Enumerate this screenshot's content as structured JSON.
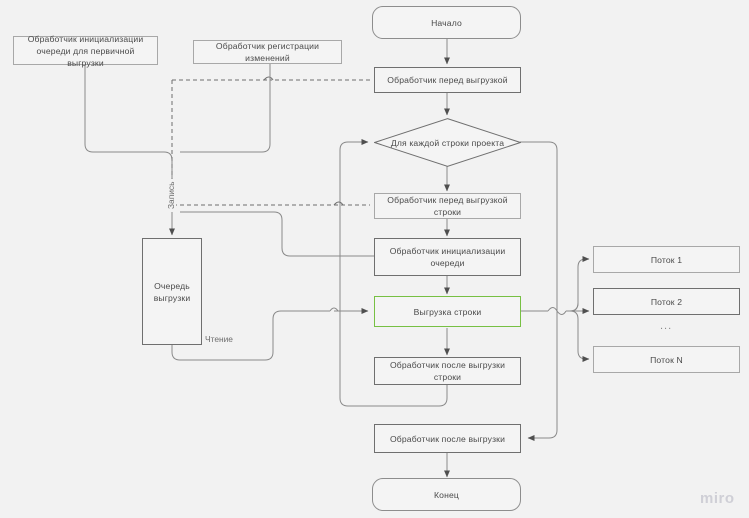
{
  "canvas": {
    "background": "#f2f2f2",
    "watermark": "miro",
    "accent_color": "#77c043",
    "line_color": "#6f6f6f"
  },
  "nodes": {
    "init_queue_handler": "Обработчик инициализации очереди для первичной выгрузки",
    "change_registration_handler": "Обработчик регистрации изменений",
    "start": "Начало",
    "before_export_handler": "Обработчик перед выгрузкой",
    "for_each_row": "Для каждой строки проекта",
    "before_row_export_handler": "Обработчик перед выгрузкой строки",
    "queue_init_handler": "Обработчик инициализации очереди",
    "row_export": "Выгрузка строки",
    "after_row_export_handler": "Обработчик после выгрузки строки",
    "after_export_handler": "Обработчик после выгрузки",
    "end": "Конец",
    "export_queue": "Очередь выгрузки",
    "thread_1": "Поток 1",
    "thread_2": "Поток 2",
    "thread_ellipsis": "...",
    "thread_n": "Поток N"
  },
  "edge_labels": {
    "write": "Запись",
    "read": "Чтение"
  }
}
